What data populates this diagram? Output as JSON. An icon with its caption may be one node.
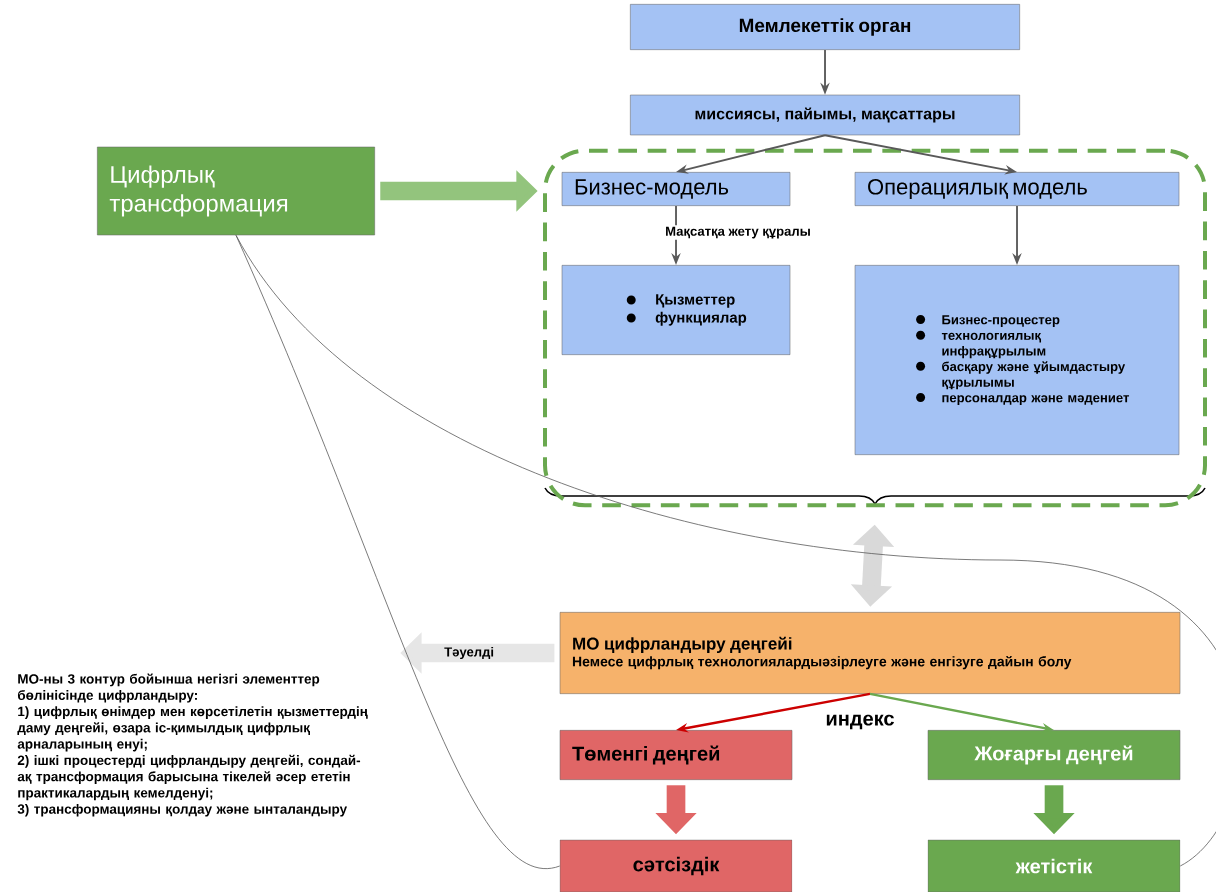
{
  "diagram": {
    "nodes": [
      {
        "text": [
          "Мемлекеттік орган"
        ]
      },
      {
        "text": [
          "миссиясы, пайымы, мақсаттары"
        ]
      },
      {
        "text": [
          "Цифрлық трансформация"
        ]
      },
      {
        "text": [],
        "shape": "box"
      },
      {
        "text": [
          "Бизнес-модель"
        ],
        "in": 3
      },
      {
        "text": [
          "Операциялық модель"
        ],
        "in": 3
      },
      {
        "text": [
          "Қызметтер",
          "функциялар"
        ],
        "in": 3
      },
      {
        "text": [
          "Бизнес-процестер",
          "технологиялық инфрақұрылым",
          "басқару және ұйымдастыру құрылымы",
          "персоналдар және мәдениет"
        ],
        "in": 3
      },
      {
        "text": [
          "МО цифрландыру деңгейі",
          "Немесе цифрлық технологиялардыәзірлеуге және енгізуге дайын болу"
        ]
      },
      {
        "text": [
          "Төменгі деңгей"
        ]
      },
      {
        "text": [
          "Жоғарғы деңгей"
        ]
      },
      {
        "text": [
          "сәтсіздік"
        ]
      },
      {
        "text": [
          "жетістік"
        ]
      },
      {
        "text": [
          "МО-ны 3 контур бойынша негізгі элементтер бөлінісінде цифрландыру:",
          "1) цифрлық өнімдер мен көрсетілетін қызметтердің даму деңгейі, өзара іс-қимылдық цифрлық арналарының енуі;",
          "2) ішкі процестерді цифрландыру деңгейі, сондай-ақ трансформация барысына тікелей әсер ететін практикалардың кемелденуі;",
          "3) трансформацияны қолдау және ынталандыру"
        ]
      }
    ],
    "edges": [
      {
        "from": 0,
        "to": 1,
        "arrow": "to"
      },
      {
        "from": 1,
        "to": 4,
        "arrow": "to"
      },
      {
        "from": 1,
        "to": 5,
        "arrow": "to"
      },
      {
        "from": 4,
        "to": 6,
        "arrow": "to",
        "label": "Мақсатқа жету құралы"
      },
      {
        "from": 5,
        "to": 7,
        "arrow": "to"
      },
      {
        "from": 2,
        "to": 3,
        "arrow": "to",
        "style": "thick",
        "color": "#93c47d"
      },
      {
        "from": 3,
        "to": 8,
        "arrow": "both",
        "style": "thick",
        "color": "#d9d9d9"
      },
      {
        "from": 8,
        "to": 13,
        "arrow": "to",
        "style": "thick",
        "color": "#e6e6e6",
        "label": "Тәуелді"
      },
      {
        "from": 8,
        "to": 9,
        "arrow": "to",
        "color": "#cc0000"
      },
      {
        "from": 8,
        "to": 10,
        "arrow": "to",
        "color": "#6aa84f"
      },
      {
        "from": 9,
        "to": 11,
        "arrow": "to",
        "style": "thick",
        "color": "#e06666"
      },
      {
        "from": 10,
        "to": 12,
        "arrow": "to",
        "style": "thick",
        "color": "#6aa84f"
      },
      {
        "from": 2,
        "to": 11,
        "arrow": "none"
      },
      {
        "from": 2,
        "to": 12,
        "arrow": "none"
      }
    ],
    "labels": [
      "индекс"
    ]
  }
}
